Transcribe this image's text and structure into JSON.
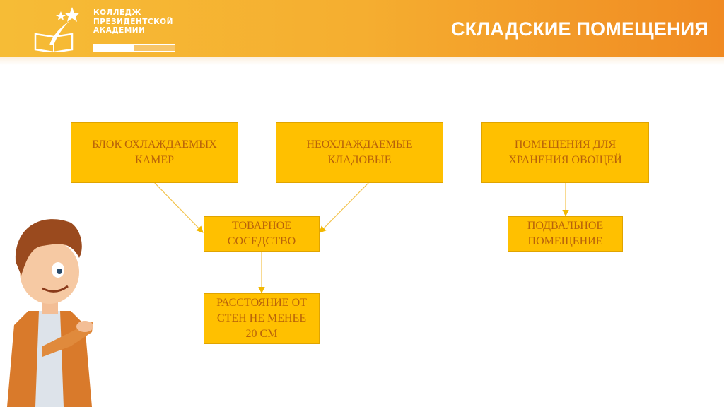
{
  "header": {
    "title": "СКЛАДСКИЕ ПОМЕЩЕНИЯ",
    "logo": {
      "line1": "КОЛЛЕДЖ",
      "line2": "ПРЕЗИДЕНТСКОЙ",
      "line3": "АКАДЕМИИ"
    }
  },
  "diagram": {
    "cooled": "БЛОК ОХЛАЖДАЕМЫХ КАМЕР",
    "uncooled": "НЕОХЛАЖДАЕМЫЕ КЛАДОВЫЕ",
    "vegetables": "ПОМЕЩЕНИЯ ДЛЯ ХРАНЕНИЯ ОВОЩЕЙ",
    "neighborhood": "ТОВАРНОЕ СОСЕДСТВО",
    "distance": "РАССТОЯНИЕ ОТ СТЕН  НЕ МЕНЕЕ 20 СМ",
    "basement": "ПОДВАЛЬНОЕ ПОМЕЩЕНИЕ"
  },
  "colors": {
    "box_fill": "#FFC000",
    "box_text": "#B8620A",
    "header": "#F5AE30"
  }
}
